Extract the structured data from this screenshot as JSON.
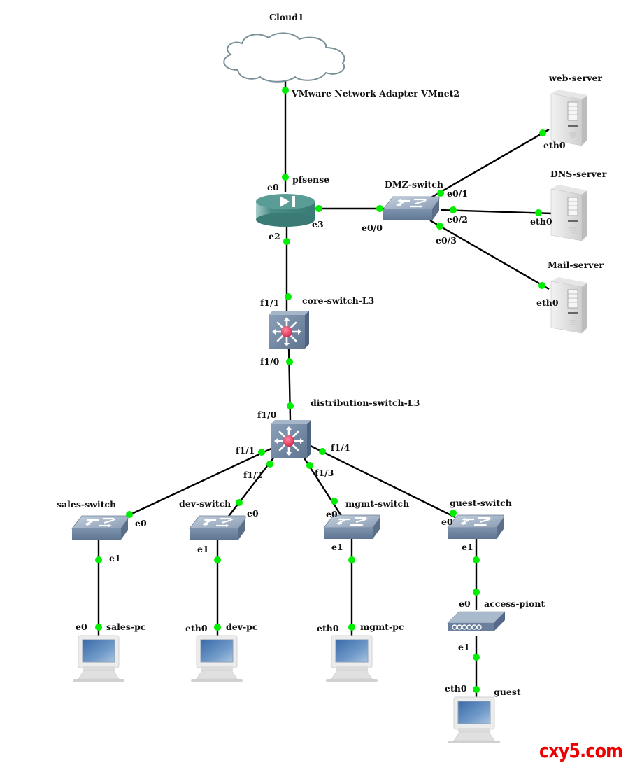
{
  "colors": {
    "port": "#00ee00",
    "link": "#000000",
    "watermark": "#ee0000"
  },
  "watermark": "cxy5.com",
  "nodes": {
    "cloud1": {
      "label": "Cloud1",
      "type": "cloud-icon"
    },
    "pfsense": {
      "label": "pfsense",
      "type": "firewall-icon"
    },
    "dmz_switch": {
      "label": "DMZ-switch",
      "type": "switch-icon"
    },
    "web_server": {
      "label": "web-server",
      "type": "server-icon"
    },
    "dns_server": {
      "label": "DNS-server",
      "type": "server-icon"
    },
    "mail_server": {
      "label": "Mail-server",
      "type": "server-icon"
    },
    "core_switch": {
      "label": "core-switch-L3",
      "type": "l3-switch-icon"
    },
    "dist_switch": {
      "label": "distribution-switch-L3",
      "type": "l3-switch-icon"
    },
    "sales_switch": {
      "label": "sales-switch",
      "type": "switch-icon"
    },
    "dev_switch": {
      "label": "dev-switch",
      "type": "switch-icon"
    },
    "mgmt_switch": {
      "label": "mgmt-switch",
      "type": "switch-icon"
    },
    "guest_switch": {
      "label": "guest-switch",
      "type": "switch-icon"
    },
    "access_point": {
      "label": "access-piont",
      "type": "access-point-icon"
    },
    "sales_pc": {
      "label": "sales-pc",
      "type": "pc-icon"
    },
    "dev_pc": {
      "label": "dev-pc",
      "type": "pc-icon"
    },
    "mgmt_pc": {
      "label": "mgmt-pc",
      "type": "pc-icon"
    },
    "guest": {
      "label": "guest",
      "type": "pc-icon"
    }
  },
  "links": [
    {
      "from": "cloud1",
      "from_port": "VMware Network Adapter VMnet2",
      "to": "pfsense",
      "to_port": "e0"
    },
    {
      "from": "pfsense",
      "from_port": "e3",
      "to": "dmz_switch",
      "to_port": "e0/0"
    },
    {
      "from": "dmz_switch",
      "from_port": "e0/1",
      "to": "web_server",
      "to_port": "eth0"
    },
    {
      "from": "dmz_switch",
      "from_port": "e0/2",
      "to": "dns_server",
      "to_port": "eth0"
    },
    {
      "from": "dmz_switch",
      "from_port": "e0/3",
      "to": "mail_server",
      "to_port": "eth0"
    },
    {
      "from": "pfsense",
      "from_port": "e2",
      "to": "core_switch",
      "to_port": "f1/1"
    },
    {
      "from": "core_switch",
      "from_port": "f1/0",
      "to": "dist_switch",
      "to_port": "f1/0"
    },
    {
      "from": "dist_switch",
      "from_port": "f1/1",
      "to": "sales_switch",
      "to_port": "e0"
    },
    {
      "from": "dist_switch",
      "from_port": "f1/2",
      "to": "dev_switch",
      "to_port": "e0"
    },
    {
      "from": "dist_switch",
      "from_port": "f1/3",
      "to": "mgmt_switch",
      "to_port": "e0"
    },
    {
      "from": "dist_switch",
      "from_port": "f1/4",
      "to": "guest_switch",
      "to_port": "e0"
    },
    {
      "from": "sales_switch",
      "from_port": "e1",
      "to": "sales_pc",
      "to_port": "e0"
    },
    {
      "from": "dev_switch",
      "from_port": "e1",
      "to": "dev_pc",
      "to_port": "eth0"
    },
    {
      "from": "mgmt_switch",
      "from_port": "e1",
      "to": "mgmt_pc",
      "to_port": "eth0"
    },
    {
      "from": "guest_switch",
      "from_port": "e1",
      "to": "access_point",
      "to_port": "e0"
    },
    {
      "from": "access_point",
      "from_port": "e1",
      "to": "guest",
      "to_port": "eth0"
    }
  ]
}
